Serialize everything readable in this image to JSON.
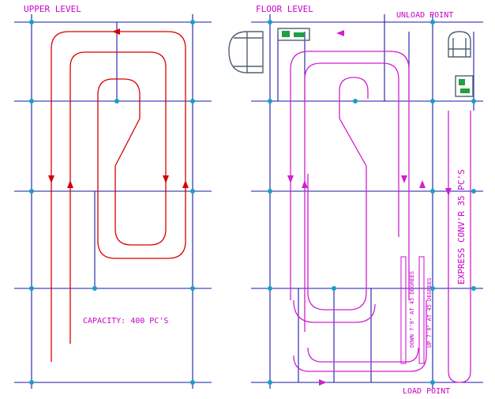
{
  "labels": {
    "upper_level": "UPPER LEVEL",
    "floor_level": "FLOOR LEVEL",
    "unload_point": "UNLOAD POINT",
    "load_point": "LOAD POINT",
    "capacity": "CAPACITY: 400 PC'S",
    "express_conveyor": "EXPRESS CONV'R 35 PC'S",
    "down_incline": "DOWN 7'9\" AT 45 DEGREES",
    "up_incline": "UP 7'9\" AT 45 DEGREES"
  },
  "colors": {
    "grid": "#1a1aa8",
    "upper_track": "#d80000",
    "floor_track": "#d020d0",
    "label_text": "#c800c8",
    "node": "#14a0c8",
    "equipment": "#506070",
    "equipment_accent": "#20a040"
  }
}
